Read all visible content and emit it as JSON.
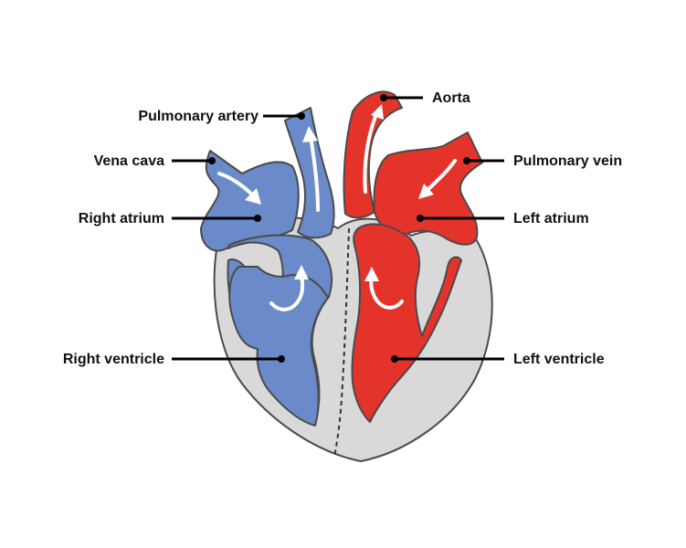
{
  "labels": {
    "pulmonary_artery": "Pulmonary artery",
    "vena_cava": "Vena cava",
    "right_atrium": "Right atrium",
    "right_ventricle": "Right ventricle",
    "aorta": "Aorta",
    "pulmonary_vein": "Pulmonary vein",
    "left_atrium": "Left atrium",
    "left_ventricle": "Left ventricle"
  },
  "colors": {
    "deoxygenated_blue": "#6a8ac9",
    "oxygenated_red": "#e4332a",
    "heart_wall_gray": "#d9d9d9",
    "outline": "#4a4a4a",
    "flow_arrow": "#ffffff"
  }
}
